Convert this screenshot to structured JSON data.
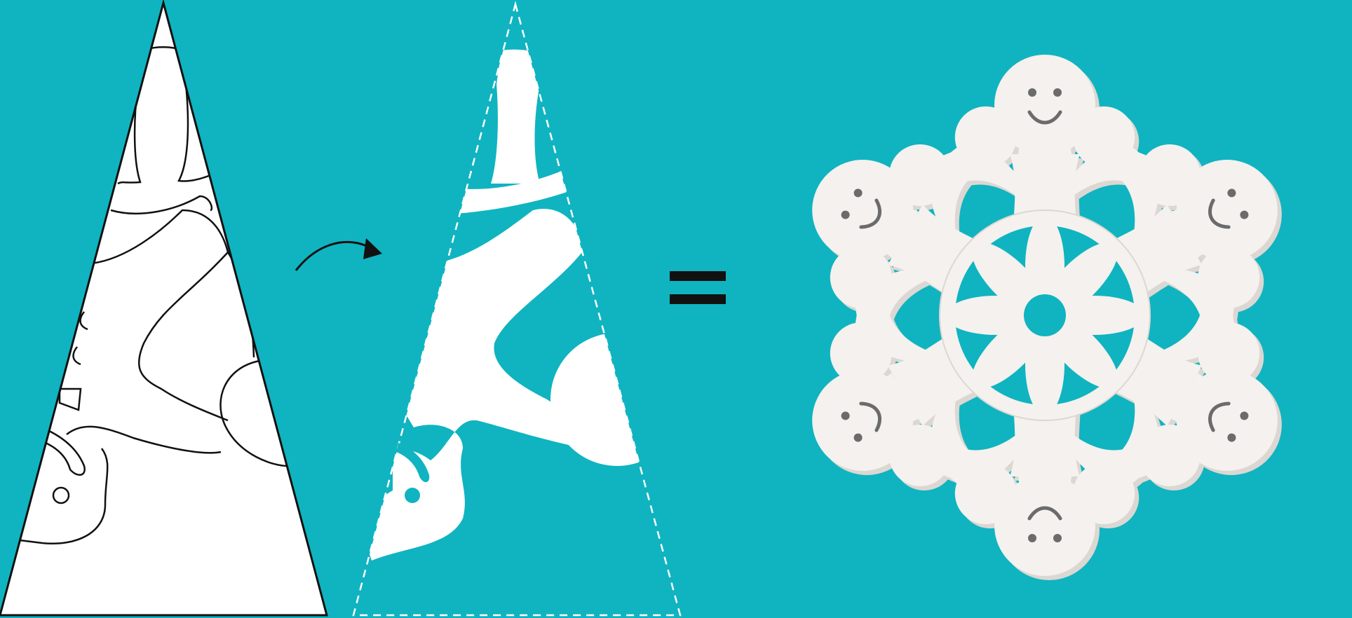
{
  "colors": {
    "background": "#0fb4c0",
    "paper": "#ffffff",
    "snowflake_paper": "#f4f1ee",
    "snowflake_shadow": "#dcd7d2",
    "outline": "#111111"
  },
  "panels": [
    {
      "name": "folded-paper-cut-template",
      "icon": "cut-template-outline"
    },
    {
      "name": "transition-arrow",
      "icon": "curved-arrow-icon"
    },
    {
      "name": "folded-paper-after-cutting",
      "icon": "cut-paper-dashed"
    },
    {
      "name": "equals-sign",
      "icon": "equals-icon"
    },
    {
      "name": "finished-snowflake",
      "icon": "gingerbread-people-snowflake"
    }
  ]
}
